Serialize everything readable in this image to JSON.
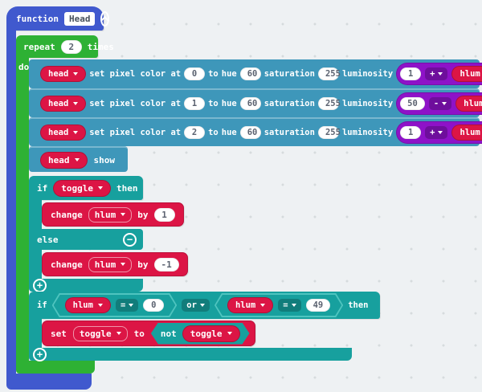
{
  "function_block": {
    "keyword": "function",
    "name": "Head"
  },
  "repeat_block": {
    "repeat": "repeat",
    "count": "2",
    "times": "times",
    "do": "do"
  },
  "pixel_labels": {
    "set": "set pixel color at",
    "to": "to",
    "hue": "hue",
    "saturation": "saturation",
    "luminosity": "luminosity"
  },
  "pixel_rows": [
    {
      "target": "head",
      "index": "0",
      "hue": "60",
      "saturation": "255",
      "lum_value": "1",
      "operator": "+",
      "variable": "hlum"
    },
    {
      "target": "head",
      "index": "1",
      "hue": "60",
      "saturation": "255",
      "lum_value": "50",
      "operator": "-",
      "variable": "hlum"
    },
    {
      "target": "head",
      "index": "2",
      "hue": "60",
      "saturation": "255",
      "lum_value": "1",
      "operator": "+",
      "variable": "hlum"
    }
  ],
  "show_block": {
    "target": "head",
    "label": "show"
  },
  "if_toggle": {
    "if": "if",
    "condition": "toggle",
    "then": "then",
    "else": "else",
    "change_up": {
      "change": "change",
      "variable": "hlum",
      "by": "by",
      "value": "1"
    },
    "change_down": {
      "change": "change",
      "variable": "hlum",
      "by": "by",
      "value": "-1"
    }
  },
  "if_compare": {
    "if": "if",
    "or": "or",
    "then": "then",
    "left": {
      "variable": "hlum",
      "operator": "=",
      "value": "0"
    },
    "right": {
      "variable": "hlum",
      "operator": "=",
      "value": "49"
    },
    "set_block": {
      "set": "set",
      "variable": "toggle",
      "to": "to",
      "not": "not",
      "not_variable": "toggle"
    }
  },
  "icons": {
    "minus_glyph": "−",
    "plus_glyph": "+"
  },
  "colors": {
    "function_blue": "#4059ce",
    "loop_green": "#2eb134",
    "neopixel_blue": "#3e97ba",
    "logic_teal": "#17a09e",
    "variable_red": "#dc1545",
    "math_purple": "#8e12c8",
    "background": "#eef1f3"
  }
}
